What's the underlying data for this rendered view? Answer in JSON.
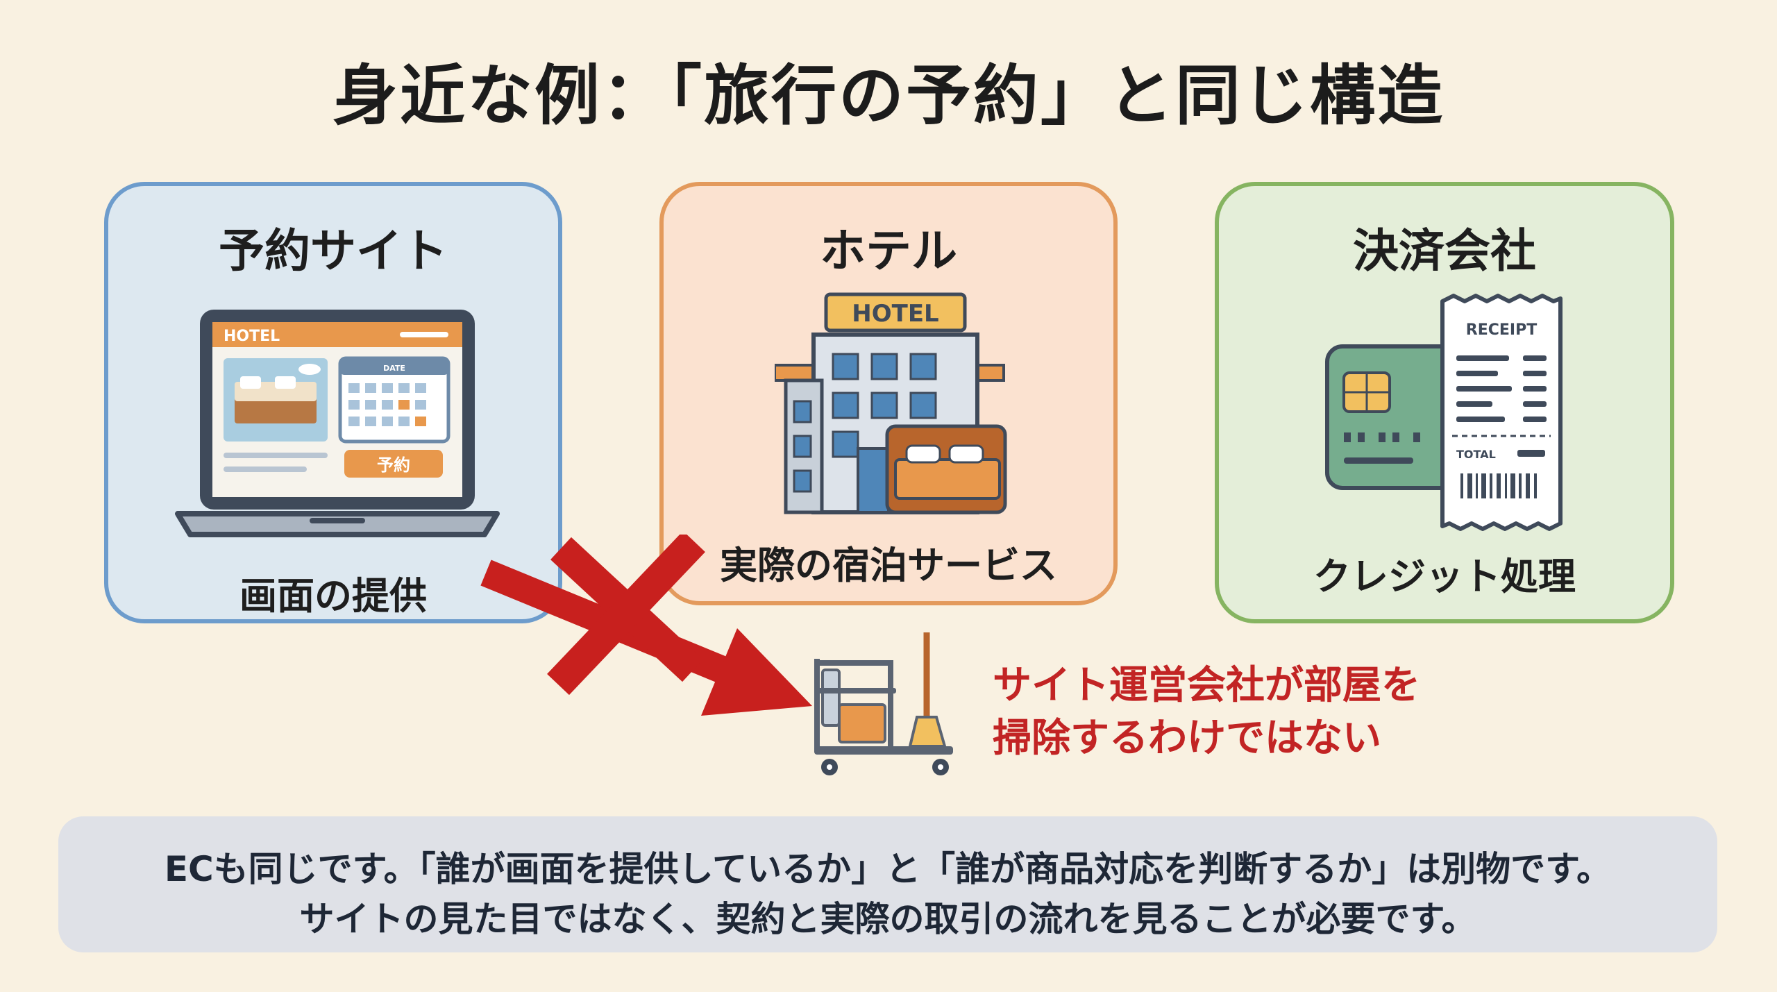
{
  "title": "身近な例：「旅行の予約」と同じ構造",
  "cards": [
    {
      "title": "予約サイト",
      "caption": "画面の提供",
      "laptop_brand": "HOTEL",
      "laptop_calendar_label": "DATE",
      "laptop_button": "予約"
    },
    {
      "title": "ホテル",
      "caption": "実際の宿泊サービス",
      "sign": "HOTEL"
    },
    {
      "title": "決済会社",
      "caption": "クレジット処理",
      "receipt_title": "RECEIPT",
      "receipt_total": "TOTAL"
    }
  ],
  "warning": {
    "line1": "サイト運営会社が部屋を",
    "line2": "掃除するわけではない"
  },
  "footer": {
    "line1": "ECも同じです。「誰が画面を提供しているか」と「誰が商品対応を判断するか」は別物です。",
    "line2": "サイトの見た目ではなく、契約と実際の取引の流れを見ることが必要です。"
  },
  "colors": {
    "background": "#f9f1e1",
    "blue_card": "#dde8f0",
    "orange_card": "#fbe2d0",
    "green_card": "#e4eed9",
    "warning_red": "#c22424",
    "footer_bg": "#dfe1e7",
    "accent_orange": "#e8984c"
  },
  "icons": [
    "laptop-icon",
    "hotel-building-icon",
    "credit-card-icon",
    "receipt-icon",
    "red-arrow-icon",
    "cross-icon",
    "cleaning-cart-icon"
  ]
}
